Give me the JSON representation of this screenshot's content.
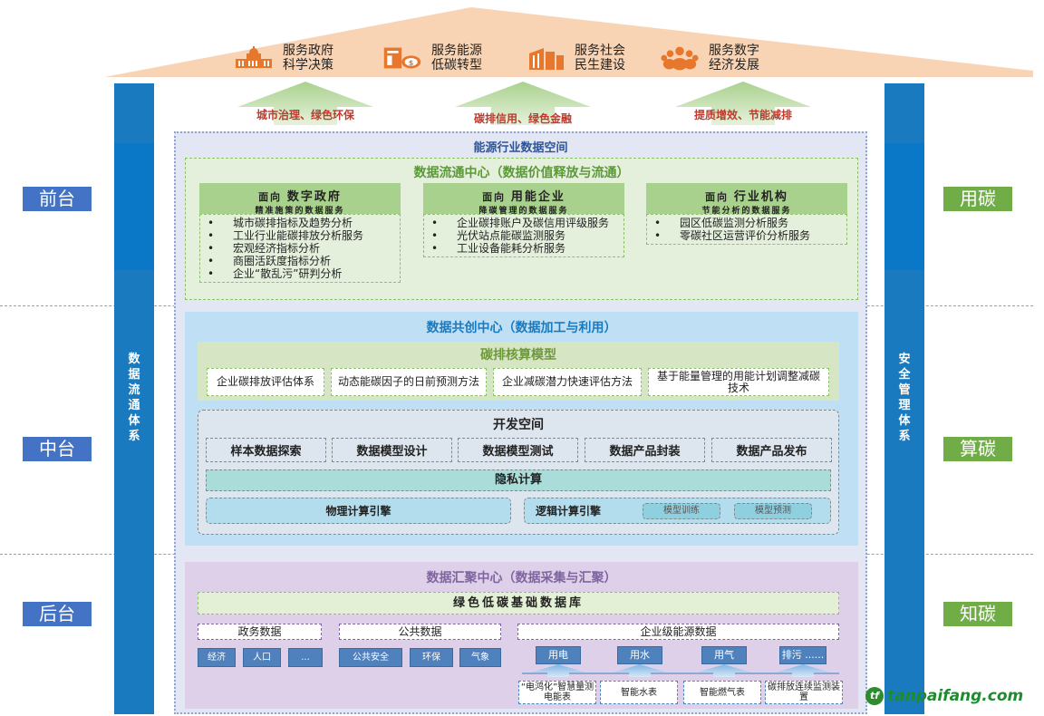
{
  "roof": {
    "color": "#f9d4b4",
    "items": [
      {
        "icon": "government-building-icon",
        "text": "服务政府\n科学决策"
      },
      {
        "icon": "finance-document-icon",
        "text": "服务能源\n低碳转型"
      },
      {
        "icon": "city-buildings-icon",
        "text": "服务社会\n民生建设"
      },
      {
        "icon": "people-group-icon",
        "text": "服务数字\n经济发展"
      }
    ]
  },
  "arrows": [
    {
      "label": "城市治理、绿色环保"
    },
    {
      "label": "碳排信用、绿色金融"
    },
    {
      "label": "提质增效、节能减排"
    }
  ],
  "left_bar": {
    "label": "数据流通体系"
  },
  "right_bar": {
    "label": "安全管理体系"
  },
  "tiers_left": [
    "前台",
    "中台",
    "后台"
  ],
  "tiers_right": [
    "用碳",
    "算碳",
    "知碳"
  ],
  "space": {
    "title": "能源行业数据空间",
    "flow_center": {
      "title": "数据流通中心（数据价值释放与流通）",
      "services": [
        {
          "prefix": "面向",
          "target": "数字政府",
          "subtitle": "精准施策的数据服务",
          "items": [
            "城市碳排指标及趋势分析",
            "工业行业能碳排放分析服务",
            "宏观经济指标分析",
            "商圈活跃度指标分析",
            "企业“散乱污”研判分析"
          ]
        },
        {
          "prefix": "面向",
          "target": "用能企业",
          "subtitle": "降碳管理的数据服务",
          "items": [
            "企业碳排账户及碳信用评级服务",
            "光伏站点能碳监测服务",
            "工业设备能耗分析服务"
          ]
        },
        {
          "prefix": "面向",
          "target": "行业机构",
          "subtitle": "节能分析的数据服务",
          "items": [
            "园区低碳监测分析服务",
            "零碳社区运营评价分析服务"
          ]
        }
      ]
    },
    "cocreate_center": {
      "title": "数据共创中心（数据加工与利用）",
      "carbon_model": {
        "title": "碳排核算模型",
        "items": [
          "企业碳排放评估体系",
          "动态能碳因子的日前预测方法",
          "企业减碳潜力快速评估方法",
          "基于能量管理的用能计划调整减碳技术"
        ]
      },
      "dev_space": {
        "title": "开发空间",
        "items": [
          "样本数据探索",
          "数据模型设计",
          "数据模型测试",
          "数据产品封装",
          "数据产品发布"
        ],
        "privacy": "隐私计算",
        "physical_engine": "物理计算引擎",
        "logic_engine": "逻辑计算引擎",
        "logic_sub": [
          "模型训练",
          "模型预测"
        ]
      }
    },
    "aggregation_center": {
      "title": "数据汇聚中心（数据采集与汇聚）",
      "database": "绿色低碳基础数据库",
      "gov_data": {
        "title": "政务数据",
        "items": [
          "经济",
          "人口",
          "..."
        ]
      },
      "public_data": {
        "title": "公共数据",
        "items": [
          "公共安全",
          "环保",
          "气象"
        ]
      },
      "enterprise_data": {
        "title": "企业级能源数据",
        "items": [
          "用电",
          "用水",
          "用气",
          "排污 ......"
        ],
        "devices": [
          "“电鸿化”智慧量测电能表",
          "智能水表",
          "智能燃气表",
          "碳排放连续监测装置"
        ]
      }
    }
  },
  "watermark": {
    "mark": "tf",
    "text": "tanpaifang.com"
  }
}
